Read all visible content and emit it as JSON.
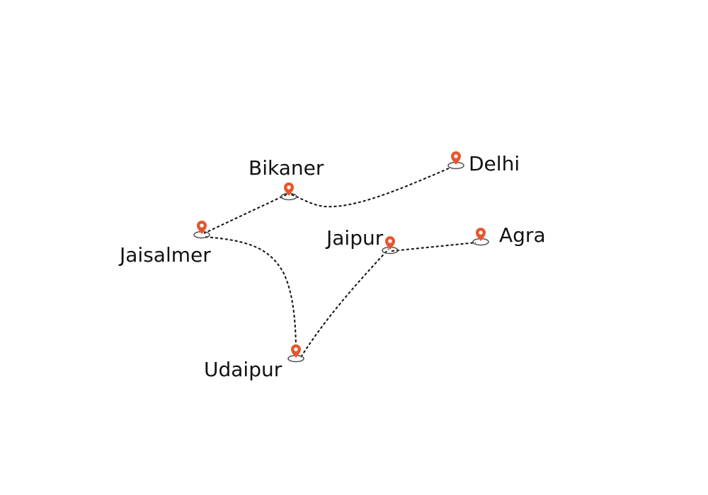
{
  "map": {
    "pin_color": "#e8562d",
    "route_color": "#111111",
    "cities": [
      {
        "id": "delhi",
        "name": "Delhi",
        "icon": "map-pin-icon"
      },
      {
        "id": "bikaner",
        "name": "Bikaner",
        "icon": "map-pin-icon"
      },
      {
        "id": "jaisalmer",
        "name": "Jaisalmer",
        "icon": "map-pin-icon"
      },
      {
        "id": "jaipur",
        "name": "Jaipur",
        "icon": "map-pin-icon"
      },
      {
        "id": "agra",
        "name": "Agra",
        "icon": "map-pin-icon"
      },
      {
        "id": "udaipur",
        "name": "Udaipur",
        "icon": "map-pin-icon"
      }
    ],
    "routes": [
      {
        "from": "delhi",
        "to": "bikaner"
      },
      {
        "from": "bikaner",
        "to": "jaisalmer"
      },
      {
        "from": "jaisalmer",
        "to": "udaipur"
      },
      {
        "from": "udaipur",
        "to": "jaipur"
      },
      {
        "from": "jaipur",
        "to": "agra"
      }
    ]
  }
}
